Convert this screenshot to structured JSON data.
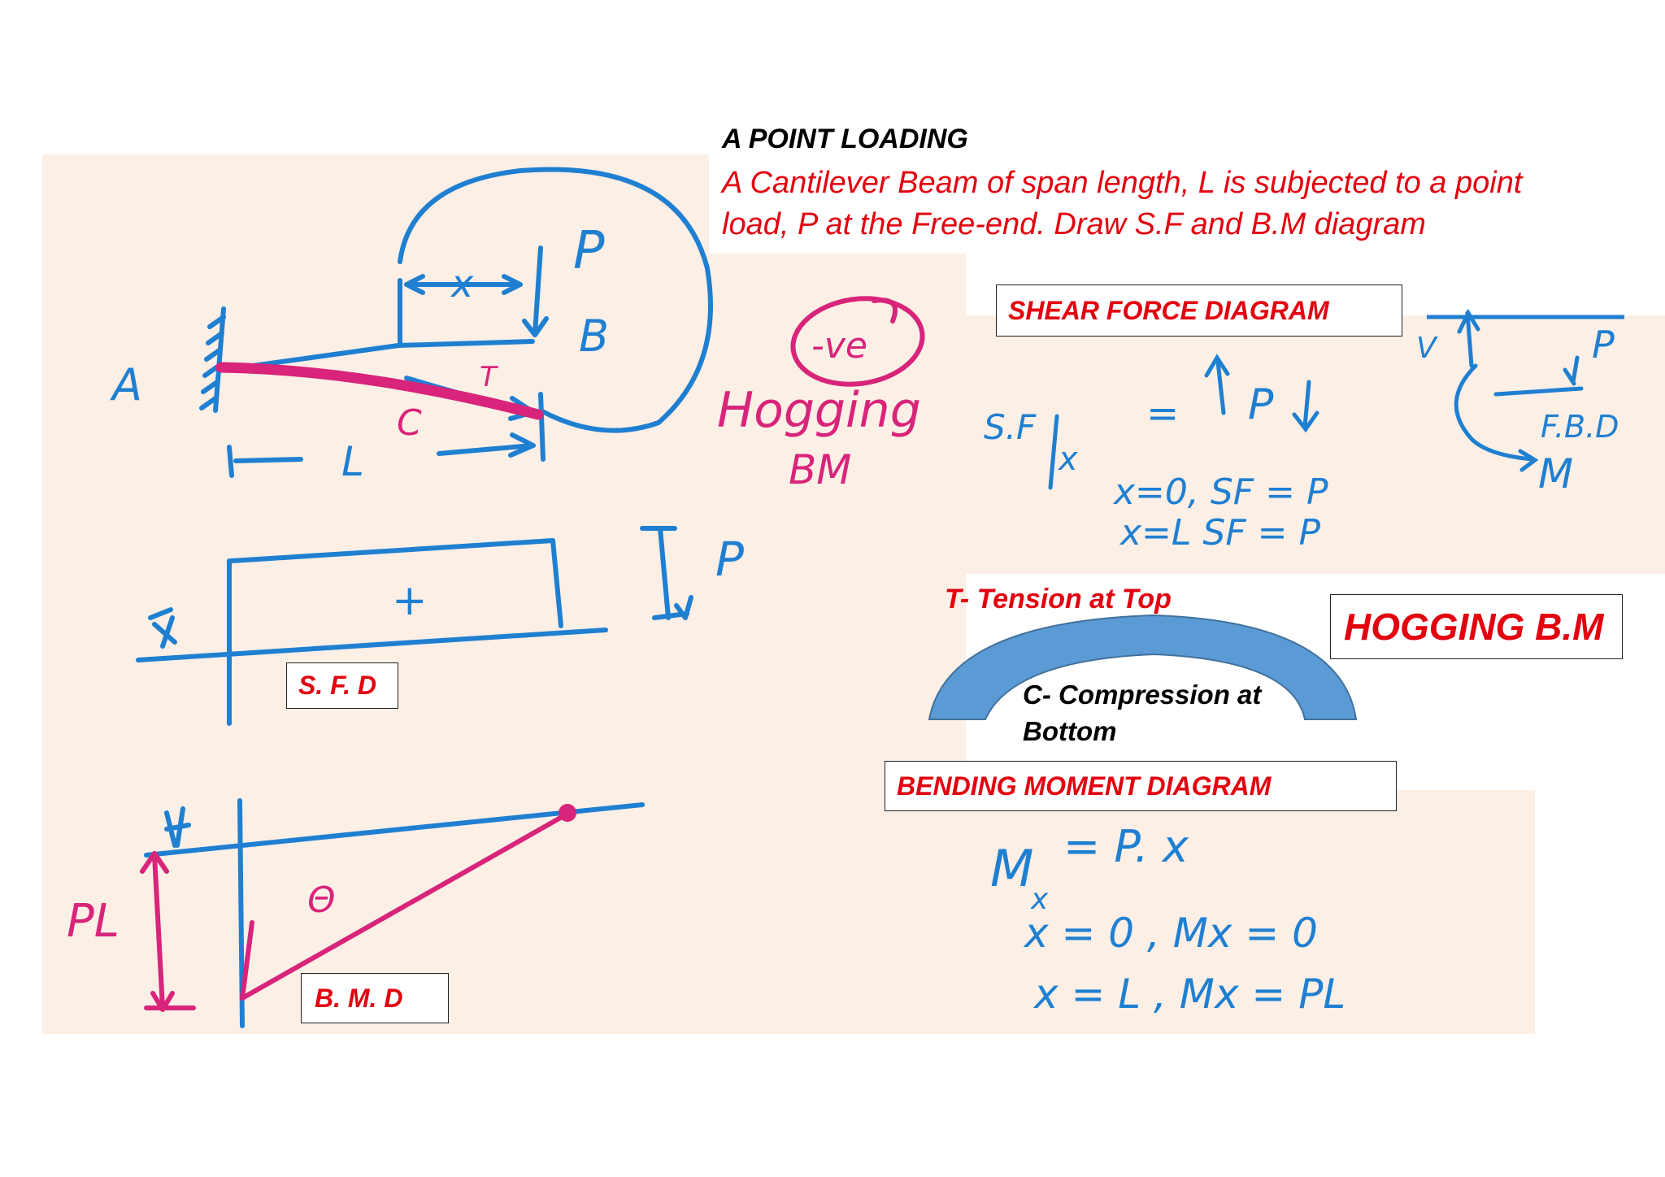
{
  "heading": "A POINT LOADING",
  "problem": "A Cantilever Beam of span length, L is subjected to a point load, P at the Free-end. Draw S.F and B.M diagram",
  "labels": {
    "shear_force_diagram": "SHEAR FORCE DIAGRAM",
    "bending_moment_diagram": "BENDING MOMENT DIAGRAM",
    "sfd": "S. F. D",
    "bmd": "B. M. D",
    "hogging_bm_box": "HOGGING B.M",
    "tension": "T- Tension at Top",
    "compression": "C- Compression at Bottom"
  },
  "handwritten": {
    "beam": {
      "A": "A",
      "B": "B",
      "C": "C",
      "T": "T",
      "P": "P",
      "x": "x",
      "L": "L"
    },
    "hogging_note": {
      "sign": "-ve",
      "line1": "Hogging",
      "line2": "BM"
    },
    "sfd": {
      "plus": "+",
      "P": "P"
    },
    "bmd": {
      "minus": "Θ",
      "PL": "PL"
    },
    "sf_equations": {
      "lhs": "S.F",
      "sub": "x",
      "eq": "=",
      "rhs": "P",
      "line2": "x=0, SF = P",
      "line3": "x=L SF = P"
    },
    "fbd": {
      "V": "V",
      "P": "P",
      "M": "M",
      "label": "F.B.D"
    },
    "bm_equations": {
      "line1_lhs": "M",
      "line1_sub": "x",
      "line1_rhs": "= P. x",
      "line2": "x = 0 ,   Mx  =  0",
      "line3": "x = L ,   Mx  =  PL"
    }
  },
  "colors": {
    "ink_blue": "#1f7fd1",
    "ink_magenta": "#d8247a",
    "label_red": "#e3000f",
    "arch_fill": "#5b9bd5",
    "paper": "#fbefe6"
  }
}
